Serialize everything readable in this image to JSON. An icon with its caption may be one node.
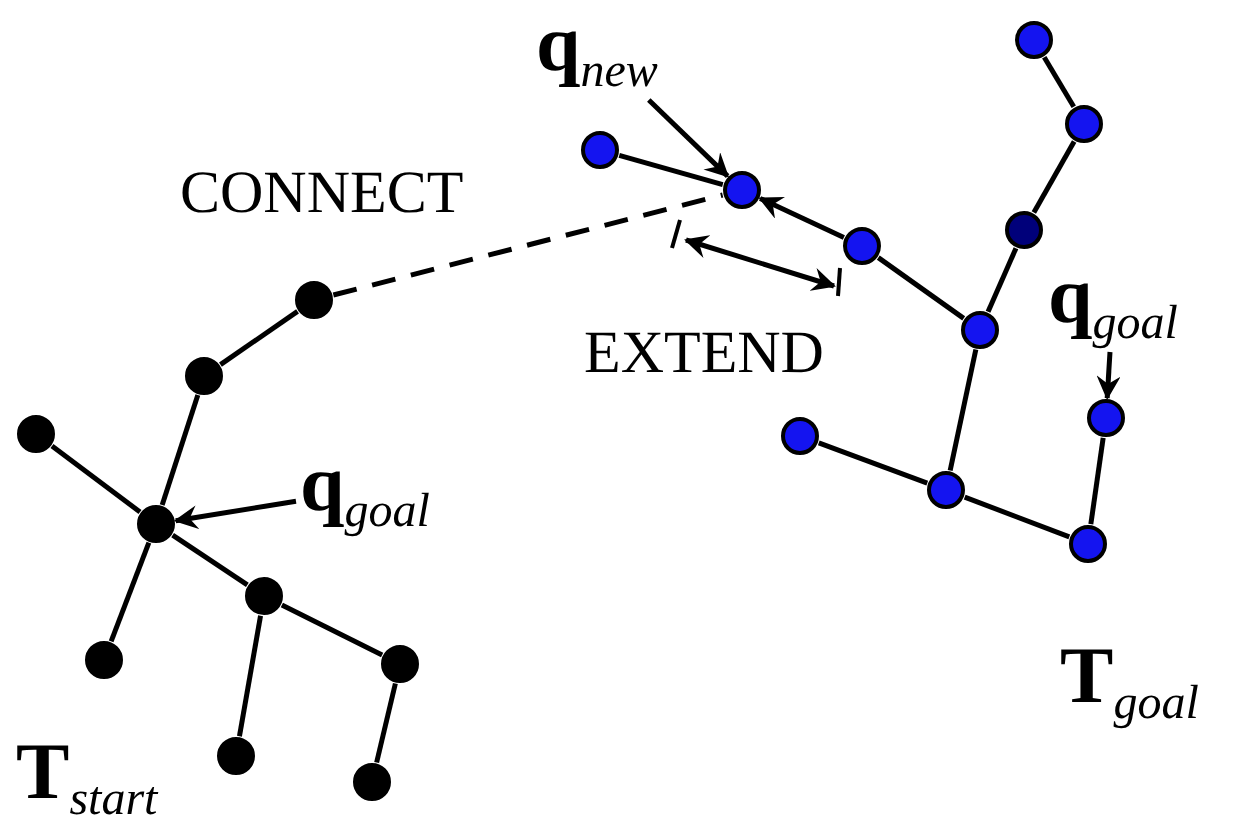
{
  "diagram": {
    "nodes": [
      {
        "text": [
          "**q**$_{new}$"
        ]
      },
      {
        "text": [
          "**q**$_{goal}$"
        ]
      },
      {
        "text": [
          "**q**$_{goal}$"
        ]
      },
      {
        "text": [],
        "shape": "circle"
      },
      {
        "text": [],
        "shape": "circle"
      },
      {
        "text": [],
        "shape": "circle"
      },
      {
        "text": [],
        "shape": "circle"
      },
      {
        "text": [],
        "shape": "circle"
      },
      {
        "text": [],
        "shape": "circle"
      },
      {
        "text": [],
        "shape": "circle"
      },
      {
        "text": [],
        "shape": "circle"
      },
      {
        "text": [],
        "shape": "circle"
      },
      {
        "text": [],
        "shape": "circle"
      },
      {
        "text": [],
        "shape": "circle"
      },
      {
        "text": [],
        "shape": "circle"
      },
      {
        "text": [],
        "shape": "circle"
      },
      {
        "text": [],
        "shape": "circle"
      },
      {
        "text": [],
        "shape": "circle"
      },
      {
        "text": [],
        "shape": "circle"
      },
      {
        "text": [],
        "shape": "circle"
      },
      {
        "text": [],
        "shape": "circle"
      },
      {
        "text": [],
        "shape": "circle"
      },
      {
        "text": [],
        "shape": "circle"
      }
    ],
    "edges": [
      {
        "from": 4,
        "to": 6,
        "arrow": "none"
      },
      {
        "from": 8,
        "to": 6,
        "arrow": "to"
      },
      {
        "from": 8,
        "to": 9,
        "arrow": "none"
      },
      {
        "from": 9,
        "to": 7,
        "arrow": "none"
      },
      {
        "from": 7,
        "to": 5,
        "arrow": "none"
      },
      {
        "from": 5,
        "to": 3,
        "arrow": "none"
      },
      {
        "from": 9,
        "to": 12,
        "arrow": "none"
      },
      {
        "from": 11,
        "to": 12,
        "arrow": "none"
      },
      {
        "from": 12,
        "to": 13,
        "arrow": "none"
      },
      {
        "from": 13,
        "to": 10,
        "arrow": "none"
      },
      {
        "from": 14,
        "to": 15,
        "arrow": "none"
      },
      {
        "from": 15,
        "to": 17,
        "arrow": "none"
      },
      {
        "from": 16,
        "to": 17,
        "arrow": "none"
      },
      {
        "from": 17,
        "to": 19,
        "arrow": "none"
      },
      {
        "from": 17,
        "to": 18,
        "arrow": "none"
      },
      {
        "from": 18,
        "to": 21,
        "arrow": "none"
      },
      {
        "from": 18,
        "to": 20,
        "arrow": "none"
      },
      {
        "from": 20,
        "to": 22,
        "arrow": "none"
      },
      {
        "from": 14,
        "to": 6,
        "arrow": "none",
        "style": "dashed"
      },
      {
        "from": 0,
        "to": 6,
        "arrow": "to"
      },
      {
        "from": 2,
        "to": 17,
        "arrow": "to"
      },
      {
        "from": 1,
        "to": 10,
        "arrow": "to"
      }
    ],
    "labels": [
      "CONNECT",
      "EXTEND",
      "**T**$_{start}$",
      "**T**$_{goal}$"
    ]
  }
}
